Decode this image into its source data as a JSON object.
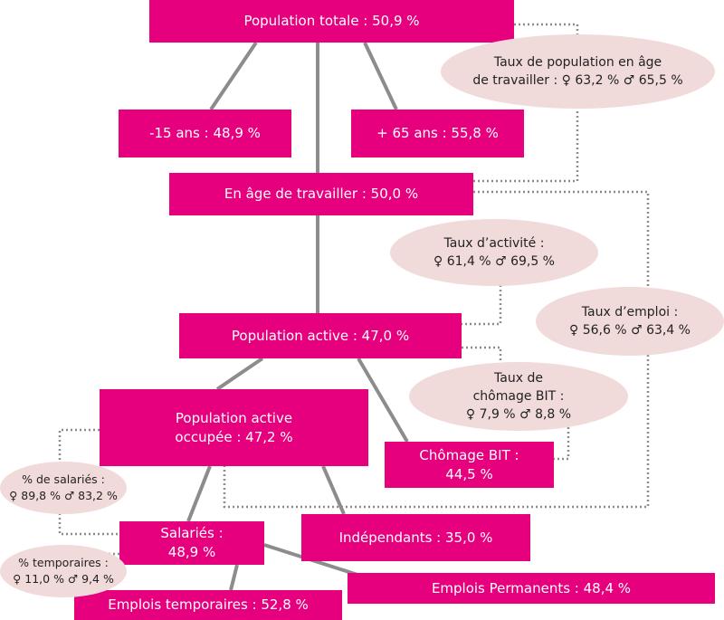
{
  "colors": {
    "box_fill": "#e6007e",
    "box_text": "#ffffff",
    "oval_fill": "#f1dada",
    "oval_text": "#222222",
    "solid_line": "#8c8c8c",
    "dotted_line": "#8c8c8c"
  },
  "nodes": {
    "population_totale": "Population totale : 50,9 %",
    "moins_15": "-15 ans : 48,9 %",
    "plus_65": "+ 65 ans : 55,8 %",
    "age_travailler": "En âge de travailler : 50,0 %",
    "population_active": "Population active : 47,0 %",
    "active_occupee": "Population active\noccupée : 47,2 %",
    "chomage": "Chômage BIT :\n44,5 %",
    "salaries": "Salariés :\n48,9 %",
    "independants": "Indépendants : 35,0 %",
    "emplois_permanents": "Emplois Permanents : 48,4 %",
    "emplois_temporaires": "Emplois temporaires : 52,8 %"
  },
  "rates": {
    "taux_age_travailler": "Taux de population en âge\nde travailler : ♀ 63,2 % ♂ 65,5 %",
    "taux_activite": "Taux d’activité :\n♀ 61,4 % ♂ 69,5 %",
    "taux_emploi": "Taux d’emploi :\n♀ 56,6 % ♂ 63,4 %",
    "taux_chomage": "Taux de\nchômage BIT :\n♀ 7,9 % ♂ 8,8 %",
    "pct_salaries": "% de salariés :\n♀ 89,8 % ♂ 83,2 %",
    "pct_temporaires": "% temporaires :\n♀ 11,0 % ♂ 9,4 %"
  }
}
